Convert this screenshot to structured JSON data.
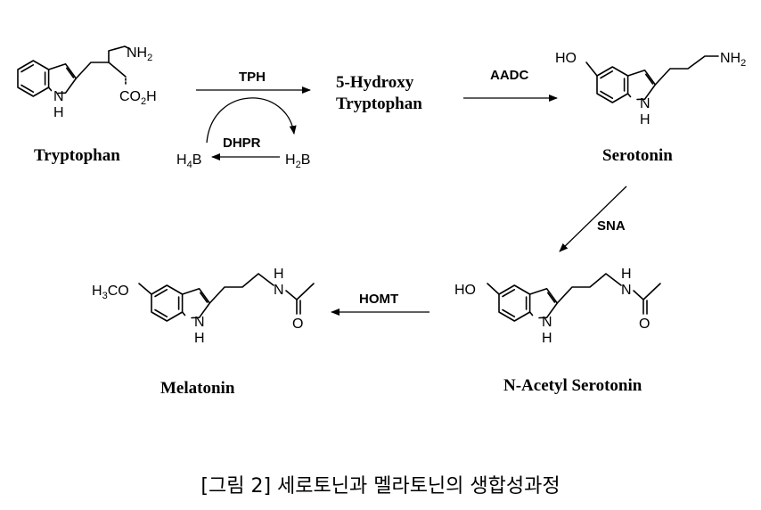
{
  "compounds": {
    "tryptophan": "Tryptophan",
    "hydroxy_line1": "5-Hydroxy",
    "hydroxy_line2": "Tryptophan",
    "serotonin": "Serotonin",
    "n_acetyl_serotonin": "N-Acetyl Serotonin",
    "melatonin": "Melatonin"
  },
  "enzymes": {
    "tph": "TPH",
    "dhpr": "DHPR",
    "aadc": "AADC",
    "sna": "SNA",
    "homt": "HOMT"
  },
  "cofactors": {
    "h4b_main": "H",
    "h4b_sub": "4",
    "h4b_tail": "B",
    "h2b_main": "H",
    "h2b_sub": "2",
    "h2b_tail": "B"
  },
  "atoms": {
    "nh": "N",
    "h": "H",
    "nh2_main": "NH",
    "nh2_sub": "2",
    "co2h_a": "CO",
    "co2h_sub": "2",
    "co2h_b": "H",
    "ho": "HO",
    "o": "O",
    "h3co_a": "H",
    "h3co_sub": "3",
    "h3co_b": "CO"
  },
  "caption": "[그림 2] 세로토닌과 멜라토닌의 생합성과정"
}
